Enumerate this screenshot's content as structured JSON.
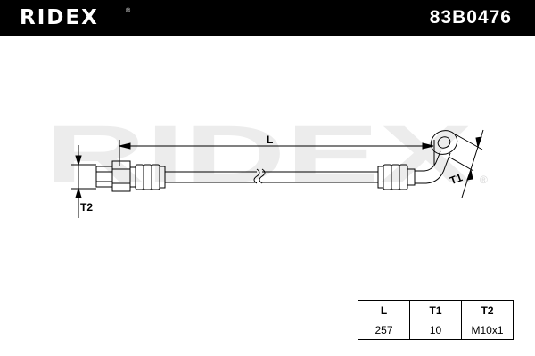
{
  "header": {
    "brand": "RIDEX",
    "brand_mark": "®",
    "part_number": "83B0476"
  },
  "drawing": {
    "watermark": "RIDEX",
    "watermark_mark": "®",
    "dimension_L": "L",
    "dimension_T1": "T1",
    "dimension_T2": "T2"
  },
  "spec_table": {
    "headers": [
      "L",
      "T1",
      "T2"
    ],
    "values": [
      "257",
      "10",
      "M10x1"
    ]
  },
  "colors": {
    "header_bg": "#000000",
    "header_text": "#ffffff",
    "line": "#000000",
    "watermark": "#ececec"
  }
}
